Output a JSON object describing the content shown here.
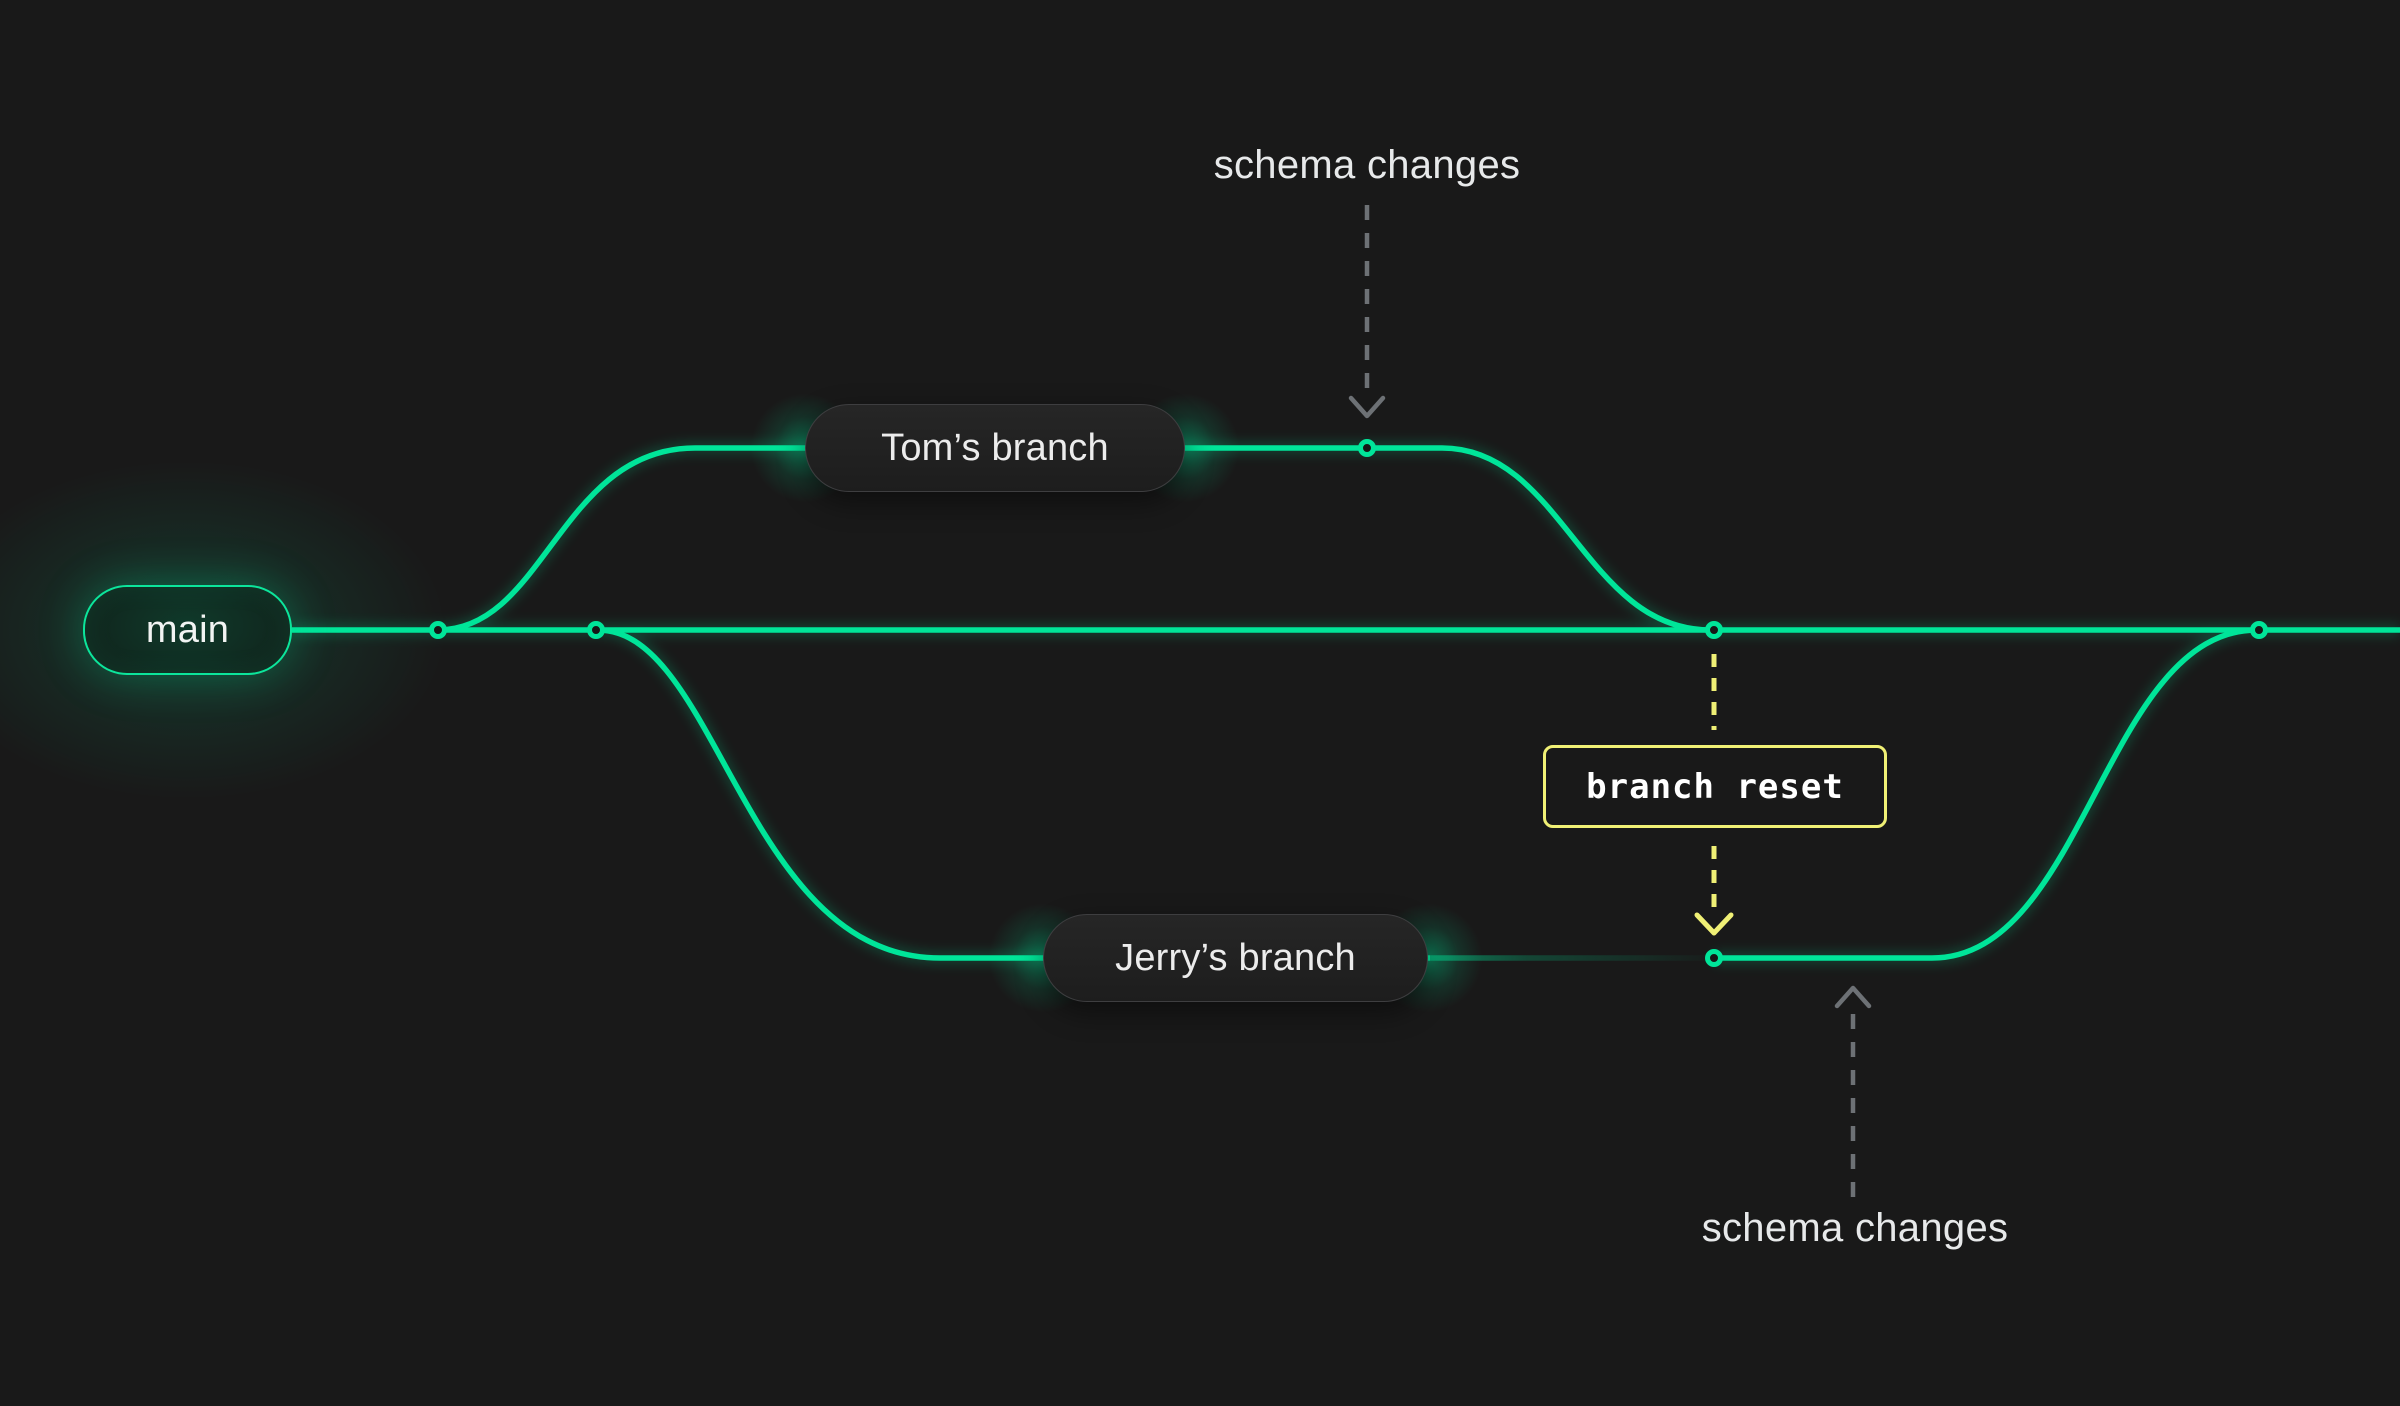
{
  "nodes": {
    "main": {
      "label": "main"
    },
    "tom": {
      "label": "Tom’s branch"
    },
    "jerry": {
      "label": "Jerry’s branch"
    }
  },
  "annotations": {
    "schema_changes_top": "schema changes",
    "schema_changes_bottom": "schema changes",
    "branch_reset": "branch reset"
  },
  "icons": {
    "commit_dot": "circle-node",
    "arrow_down": "chevron-down",
    "arrow_up": "chevron-up"
  },
  "colors": {
    "background": "#191919",
    "branch_green": "#00e599",
    "reset_yellow": "#f0f075",
    "arrow_gray": "#6d7175",
    "text_light": "#e7e9ea",
    "pill_fill": "#212121",
    "pill_border": "#3e3e40"
  }
}
